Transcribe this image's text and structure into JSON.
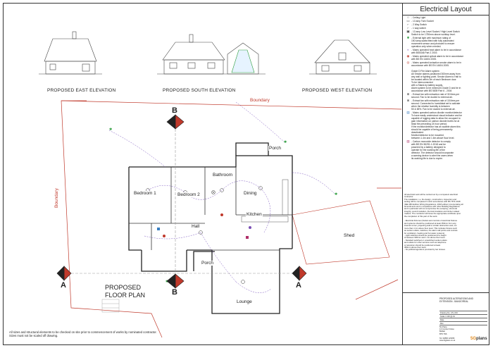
{
  "legend": {
    "title": "Electrical Layout",
    "items": [
      {
        "icon": "ceiling-light-icon",
        "glyph": "○",
        "color": "#333333",
        "text": "- Ceiling Light"
      },
      {
        "icon": "socket-icon",
        "glyph": "▭",
        "color": "#333333",
        "text": "- 13 amp Twin Socket"
      },
      {
        "icon": "switch-icon",
        "glyph": "⌐",
        "color": "#333333",
        "text": "- 2 Way Switch"
      },
      {
        "icon": "switch-icon",
        "glyph": "⌐",
        "color": "#333333",
        "text": "- 1 way switch"
      },
      {
        "icon": "fused-spur-icon",
        "glyph": "▣",
        "color": "#333333",
        "text": "- 13 amp Low Level Socket / High Level Switch\nSwitch to be 1750mm above worktop level."
      },
      {
        "icon": "external-light-icon",
        "glyph": "✱",
        "color": "#2e9e3e",
        "text": "- External light with maximum rating of\n150 lamp-watts fitted with fully automated\nmovement sensor and photocell to ensure\noperation only when needed."
      },
      {
        "icon": "heat-alarm-icon",
        "glyph": "◐",
        "color": "#7a4fb5",
        "text": "- Mains operated heat alarm to be in accordance\nwith BS5446 Part 2 2003"
      },
      {
        "icon": "smoke-alarm-icon",
        "glyph": "◉",
        "color": "#c0392b",
        "text": "- Mains operated optical alarm to be in accordance\nwith BS EN 14604 2005."
      },
      {
        "icon": "ionisation-alarm-icon",
        "glyph": "◎",
        "color": "#c0392b",
        "text": "- Mains operated ionisation smoke alarm to be in\naccordance with BS EN 14604 2005.\n\nGrade D Fire Alarm system\nAll Smoke alarms positioned 300mm away from\nany wall or lighting point. Smoke Alarm to Hall to\nbe located within 3m of each Bedroom door.\nTo be interconnected\nwith a Stand-by battery supply.\nAlarm system to be minimum Grade D and be in\naccordance with BS 5839 Part 6 - 2004"
      },
      {
        "icon": "extract-fan-icon",
        "glyph": "⊗",
        "color": "#333333",
        "text": "- Extract fan with extraction rate of 30 litres per\nsecond. Fan to be ducted to external air."
      },
      {
        "icon": "extract-fan-icon",
        "glyph": "⊗",
        "color": "#333333",
        "text": "- Extract fan with extraction rate of 15 litres per\nsecond. Connected to humidistat set to activate\nwhen the relative humidity is between\n50 & 65%. Fan to be ducted to external air."
      },
      {
        "icon": "co-detector-icon",
        "glyph": "▤",
        "color": "#3a7fc1",
        "text": "- Mains operated carbon dioxide monitor/detector\nTo have easily understood visual indicator and be\ncapable of logging data to allow the occupant to\ngain information on carbon dioxide levels for at\nleast the preceding 24 hour period.\nIf the monitor/detector has an audible alarm this\nshould be capable of being permanently\ndeactivated.\nMonitor/detector to be mounted\nbetween 1.4m and 1.6m above floor level."
      },
      {
        "icon": "co-alarm-icon",
        "glyph": "▥",
        "color": "#b0306a",
        "text": "- Carbon monoxide detector to comply\nwith BS EN 50291-1:2018 and be\npowered by a battery designed to\noperate for the working life of the\ndetector. The detector should incorporate\na warning device to alert the users when\nits working life is due to expire."
      }
    ],
    "notes": "All electrical work will be carried out by a competent electrical\ncontractor.\nThe installation, i.e. the design, construction, inspection and\ntesting will be completed in strict accordance with BS 7671:2018\n(IEE 18th Edition Wiring Regulations, 2018 edition) incorporating all\namendments and in compliance with other Building Regulations\nand in particular will not compromise fire escaping, structural\nintegrity, sound insulation, thermal insulation and timber related\nmatters. The contractor will issue the appropriate certificate upon\nthe completion of this part of the work.\n\n- Electrical Fixtures (Outlets and controls of electrical fixtures\nand systems should be positioned at least 350mm from any\ninternal corner, projecting wall or similar obstruction and, not\nmore than 1.1m above floor level. This includes fixtures such\nas socket outlets, switches, fire alarm call points and controls\nfor ventilators, heating and hot water systems)\n- Light switches should be positioned at a height\nof between 900mm and 1.1m above floor level.\n- Standard switched or unswitched socket outlets\nand outlets for other services such as telephone\nor television should be positioned at least\n450mm above floor level.\n- No political agenda is provided by Ian Graves"
  },
  "title_block": {
    "project": "PROPOSED ALTERATIONS AND\nEXTENSION - BANGOREAL",
    "rows": [
      "Drawing No. | PL-004",
      "Scale 1:100 @ A3",
      "Date",
      "Rev"
    ],
    "firm": "5G Plans\n14 Cumberl Close\nBelfast\nBT9 7NS\n\nTel: 02890 123456\nwww.5gplans.co.uk",
    "logo_num": "5G",
    "logo_word": "plans"
  },
  "elevations": {
    "east": "PROPOSED EAST ELEVATION",
    "south": "PROPOSED SOUTH ELEVATION",
    "west": "PROPOSED WEST ELEVATION"
  },
  "plan": {
    "title": "PROPOSED\nFLOOR PLAN",
    "boundary_top": "Boundary",
    "boundary_left": "Boundary",
    "shed": "Shed",
    "section_b": "B",
    "section_a": "A",
    "rooms": {
      "bedroom1": "Bedroom 1",
      "bedroom2": "Bedroom 2",
      "bathroom": "Bathroom",
      "dining": "Dining",
      "kitchen": "Kitchen",
      "hall": "Hall",
      "porch_top": "Porch",
      "porch_bottom": "Porch",
      "lounge": "Lounge"
    }
  },
  "footnote": "All sizes and structural elements to be checked on site prior to commencement of works by nominated contractor.\nSizes must not be scaled off drawing."
}
